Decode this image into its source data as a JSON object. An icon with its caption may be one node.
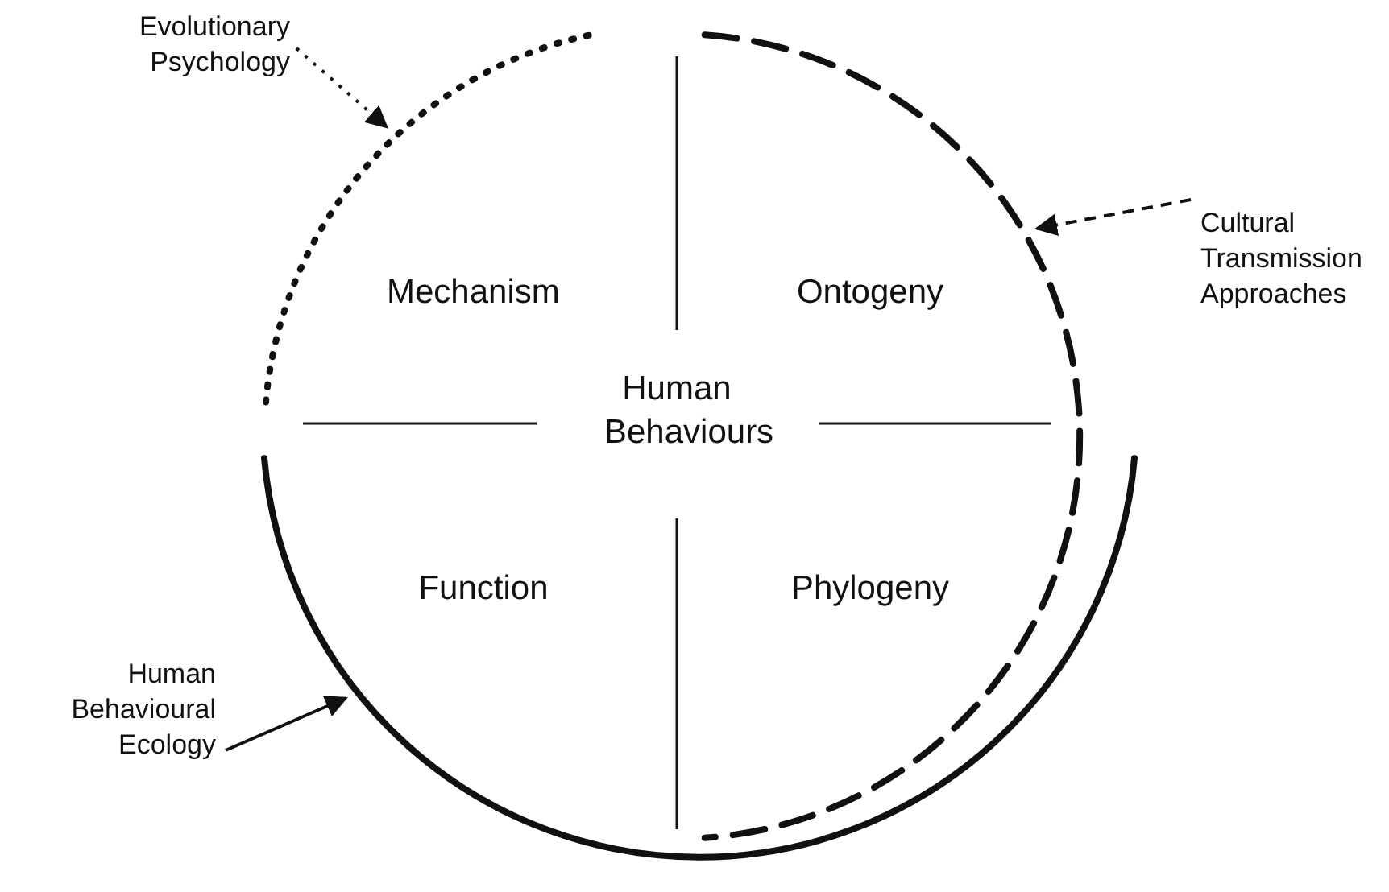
{
  "diagram": {
    "nodes": [
      {
        "text": [
          "Evolutionary Psychology"
        ]
      },
      {
        "text": [
          "Cultural Transmission Approaches"
        ]
      },
      {
        "text": [
          "Human Behavioural Ecology"
        ]
      },
      {
        "text": [],
        "shape": "arc"
      },
      {
        "text": [],
        "shape": "arc"
      },
      {
        "text": [],
        "shape": "arc"
      }
    ],
    "edges": [
      {
        "from": 0,
        "to": 3,
        "arrow": "to",
        "style": "dashed"
      },
      {
        "from": 1,
        "to": 4,
        "arrow": "to",
        "style": "dashed"
      },
      {
        "from": 2,
        "to": 5,
        "arrow": "to"
      }
    ],
    "labels": [
      "Mechanism",
      "Ontogeny",
      "Human Behaviours",
      "Function",
      "Phylogeny"
    ]
  }
}
